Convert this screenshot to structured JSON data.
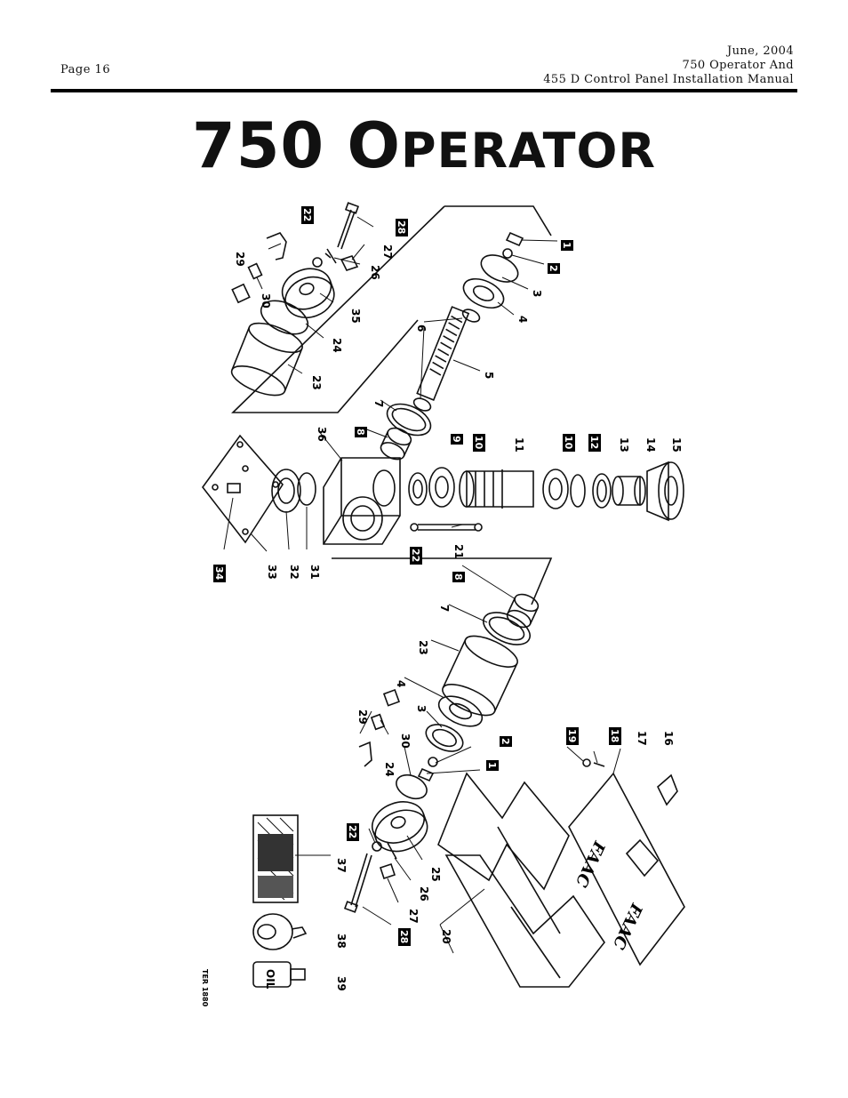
{
  "header": {
    "page_number": "Page 16",
    "date": "June, 2004",
    "product_line": "750 Operator And",
    "manual_title": "455 D Control Panel Installation Manual"
  },
  "title": {
    "number": "750",
    "first_letter": "O",
    "rest": "PERATOR"
  },
  "diagram": {
    "drawing_code": "TER 1880",
    "callouts": [
      {
        "id": "c1a",
        "text": "1",
        "boxed": true
      },
      {
        "id": "c2a",
        "text": "2",
        "boxed": true
      },
      {
        "id": "c3a",
        "text": "3",
        "boxed": false
      },
      {
        "id": "c4a",
        "text": "4",
        "boxed": false
      },
      {
        "id": "c5",
        "text": "5",
        "boxed": false
      },
      {
        "id": "c6",
        "text": "6",
        "boxed": false
      },
      {
        "id": "c7a",
        "text": "7",
        "boxed": false
      },
      {
        "id": "c8a",
        "text": "8",
        "boxed": true
      },
      {
        "id": "c9",
        "text": "9",
        "boxed": true
      },
      {
        "id": "c10a",
        "text": "10",
        "boxed": true
      },
      {
        "id": "c11",
        "text": "11",
        "boxed": false
      },
      {
        "id": "c10b",
        "text": "10",
        "boxed": true
      },
      {
        "id": "c12",
        "text": "12",
        "boxed": true
      },
      {
        "id": "c13",
        "text": "13",
        "boxed": false
      },
      {
        "id": "c14",
        "text": "14",
        "boxed": false
      },
      {
        "id": "c15",
        "text": "15",
        "boxed": false
      },
      {
        "id": "c16",
        "text": "16",
        "boxed": false
      },
      {
        "id": "c17",
        "text": "17",
        "boxed": false
      },
      {
        "id": "c18",
        "text": "18",
        "boxed": true
      },
      {
        "id": "c19",
        "text": "19",
        "boxed": true
      },
      {
        "id": "c20",
        "text": "20",
        "boxed": false
      },
      {
        "id": "c21",
        "text": "21",
        "boxed": false
      },
      {
        "id": "c22a",
        "text": "22",
        "boxed": true
      },
      {
        "id": "c22b",
        "text": "22",
        "boxed": true
      },
      {
        "id": "c22c",
        "text": "22",
        "boxed": true
      },
      {
        "id": "c23a",
        "text": "23",
        "boxed": false
      },
      {
        "id": "c23b",
        "text": "23",
        "boxed": false
      },
      {
        "id": "c24a",
        "text": "24",
        "boxed": false
      },
      {
        "id": "c24b",
        "text": "24",
        "boxed": false
      },
      {
        "id": "c25",
        "text": "25",
        "boxed": false
      },
      {
        "id": "c26a",
        "text": "26",
        "boxed": false
      },
      {
        "id": "c26b",
        "text": "26",
        "boxed": false
      },
      {
        "id": "c27a",
        "text": "27",
        "boxed": false
      },
      {
        "id": "c27b",
        "text": "27",
        "boxed": false
      },
      {
        "id": "c28a",
        "text": "28",
        "boxed": true
      },
      {
        "id": "c28b",
        "text": "28",
        "boxed": true
      },
      {
        "id": "c29a",
        "text": "29",
        "boxed": false
      },
      {
        "id": "c29b",
        "text": "29",
        "boxed": false
      },
      {
        "id": "c30a",
        "text": "30",
        "boxed": false
      },
      {
        "id": "c30b",
        "text": "30",
        "boxed": false
      },
      {
        "id": "c31",
        "text": "31",
        "boxed": false
      },
      {
        "id": "c32",
        "text": "32",
        "boxed": false
      },
      {
        "id": "c33",
        "text": "33",
        "boxed": false
      },
      {
        "id": "c34",
        "text": "34",
        "boxed": true
      },
      {
        "id": "c35",
        "text": "35",
        "boxed": false
      },
      {
        "id": "c36",
        "text": "36",
        "boxed": false
      },
      {
        "id": "c37",
        "text": "37",
        "boxed": false
      },
      {
        "id": "c38",
        "text": "38",
        "boxed": false
      },
      {
        "id": "c39",
        "text": "39",
        "boxed": false
      },
      {
        "id": "c3b",
        "text": "3",
        "boxed": false
      },
      {
        "id": "c4b",
        "text": "4",
        "boxed": false
      },
      {
        "id": "c7b",
        "text": "7",
        "boxed": false
      },
      {
        "id": "c8b",
        "text": "8",
        "boxed": true
      },
      {
        "id": "c1b",
        "text": "1",
        "boxed": true
      },
      {
        "id": "c2b",
        "text": "2",
        "boxed": true
      }
    ],
    "product_marks": [
      "FAAC",
      "FAAC",
      "OIL"
    ]
  }
}
